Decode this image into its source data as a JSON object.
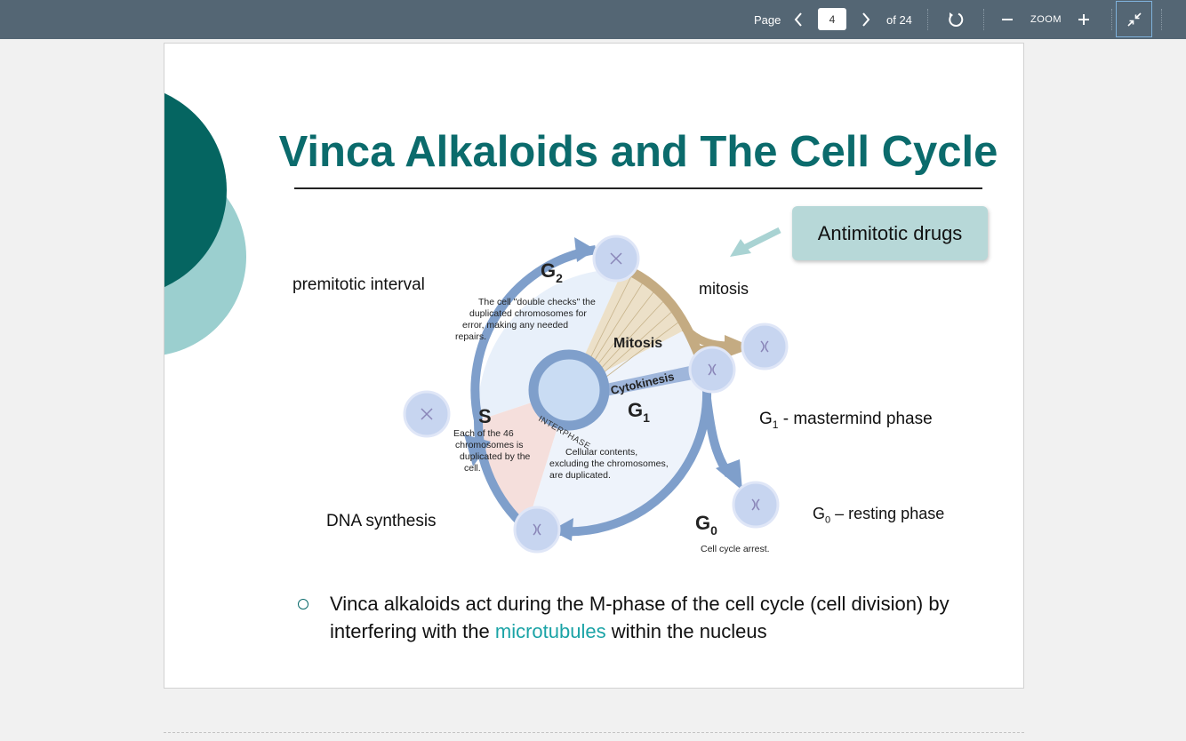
{
  "toolbar": {
    "page_label": "Page",
    "current_page": "4",
    "of_label": "of 24",
    "zoom_label": "ZOOM"
  },
  "icons": [
    "chevron-left-icon",
    "chevron-right-icon",
    "rotate-icon",
    "zoom-out-icon",
    "zoom-in-icon",
    "exit-fullscreen-icon"
  ],
  "colors": {
    "toolbar": "#546674",
    "title": "#0b6b6c",
    "accent": "#1aa3a6",
    "drug_box": "#b7d8d8"
  },
  "slide": {
    "title": "Vinca Alkaloids and The Cell Cycle",
    "labels": {
      "premitotic": "premitotic interval",
      "mitosis": "mitosis",
      "dna_synthesis": "DNA synthesis",
      "g1_prefix": "G",
      "g1_sub": "1",
      "g1_suffix": " - mastermind phase",
      "g0_prefix": "G",
      "g0_sub": "0",
      "g0_suffix": " – resting phase"
    },
    "callout": "Antimitotic drugs",
    "diagram": {
      "g2_letter": "G",
      "g2_sub": "2",
      "g2_text": [
        "The cell \"double checks\" the",
        "duplicated chromosomes for",
        "error, making any needed",
        "repairs."
      ],
      "s_letter": "S",
      "s_text": [
        "Each of the 46",
        "chromosomes is",
        "duplicated by the",
        "cell."
      ],
      "g1_letter": "G",
      "g1_sub": "1",
      "g1_text": [
        "Cellular contents,",
        "excluding the chromosomes,",
        "are duplicated."
      ],
      "mitosis": "Mitosis",
      "cytokinesis": "Cytokinesis",
      "interphase": "INTERPHASE",
      "g0_letter": "G",
      "g0_sub": "0",
      "g0_text": "Cell cycle arrest."
    },
    "bullet": {
      "before": "Vinca alkaloids act during the M-phase of the cell cycle (cell division) by interfering with the ",
      "highlight": "microtubules",
      "after": " within the nucleus"
    }
  }
}
